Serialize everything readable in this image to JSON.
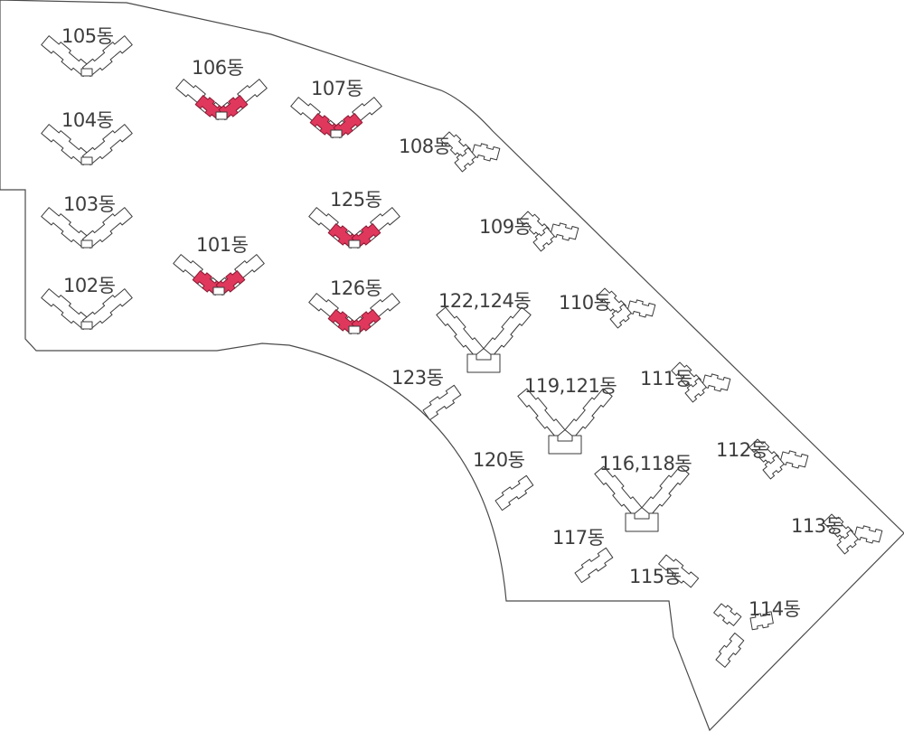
{
  "buildings": [
    {
      "id": "105",
      "label": "105동",
      "highlighted": false
    },
    {
      "id": "104",
      "label": "104동",
      "highlighted": false
    },
    {
      "id": "103",
      "label": "103동",
      "highlighted": false
    },
    {
      "id": "102",
      "label": "102동",
      "highlighted": false
    },
    {
      "id": "106",
      "label": "106동",
      "highlighted": true
    },
    {
      "id": "101",
      "label": "101동",
      "highlighted": true
    },
    {
      "id": "107",
      "label": "107동",
      "highlighted": true
    },
    {
      "id": "125",
      "label": "125동",
      "highlighted": true
    },
    {
      "id": "126",
      "label": "126동",
      "highlighted": true
    },
    {
      "id": "108",
      "label": "108동",
      "highlighted": false
    },
    {
      "id": "109",
      "label": "109동",
      "highlighted": false
    },
    {
      "id": "110",
      "label": "110동",
      "highlighted": false
    },
    {
      "id": "111",
      "label": "111동",
      "highlighted": false
    },
    {
      "id": "112",
      "label": "112동",
      "highlighted": false
    },
    {
      "id": "113",
      "label": "113동",
      "highlighted": false
    },
    {
      "id": "114",
      "label": "114동",
      "highlighted": false
    },
    {
      "id": "115",
      "label": "115동",
      "highlighted": false
    },
    {
      "id": "117",
      "label": "117동",
      "highlighted": false
    },
    {
      "id": "120",
      "label": "120동",
      "highlighted": false
    },
    {
      "id": "123",
      "label": "123동",
      "highlighted": false
    },
    {
      "id": "122-124",
      "label": "122,124동",
      "highlighted": false
    },
    {
      "id": "119-121",
      "label": "119,121동",
      "highlighted": false
    },
    {
      "id": "116-118",
      "label": "116,118동",
      "highlighted": false
    }
  ],
  "colors": {
    "highlight": "#e0385d",
    "outline": "#3a3a3a",
    "label": "#3d3d3d"
  }
}
